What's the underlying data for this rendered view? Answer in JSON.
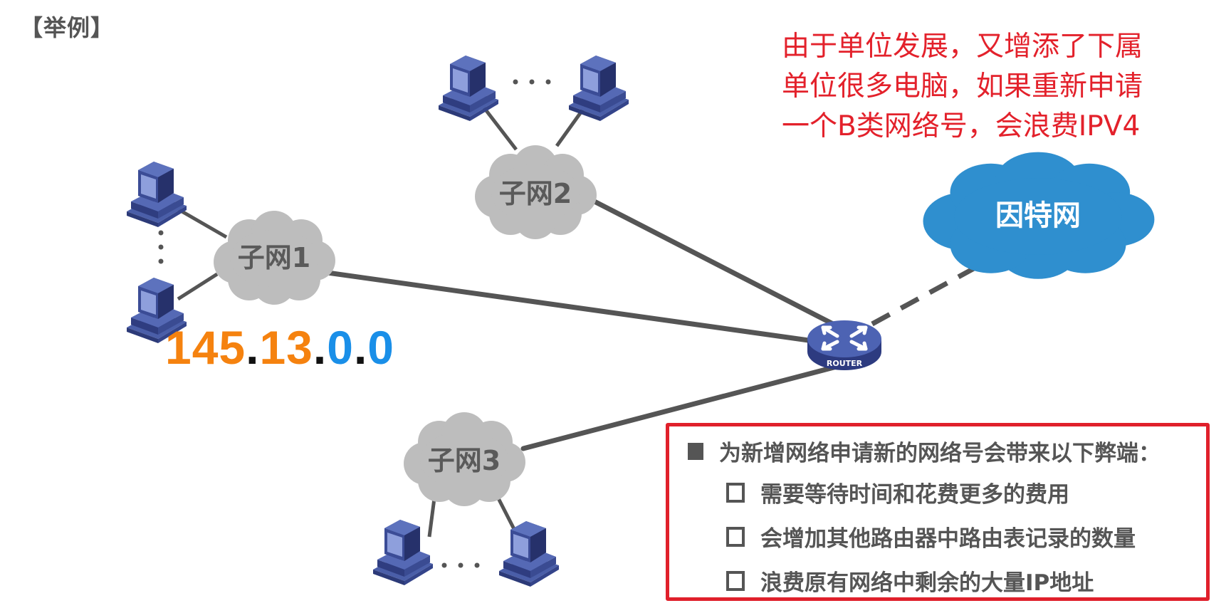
{
  "title": "【举例】",
  "note": {
    "lines": [
      "由于单位发展，又增添了下属",
      "单位很多电脑，如果重新申请",
      "一个B类网络号，会浪费IPV4"
    ],
    "color": "#e3212b"
  },
  "network": {
    "subnets": [
      {
        "label": "子网1",
        "hosts": 2,
        "ellipsis": "⋮"
      },
      {
        "label": "子网2",
        "hosts": 2,
        "ellipsis": "· · ·"
      },
      {
        "label": "子网3",
        "hosts": 2,
        "ellipsis": "· · ·"
      }
    ],
    "router_label": "ROUTER",
    "internet_label": "因特网",
    "internet_color": "#2f8fcf",
    "cloud_color": "#bdbdbd",
    "host_color": "#3c4f9c"
  },
  "ip_address": {
    "octets": [
      "145",
      "13",
      "0",
      "0"
    ],
    "separator": ".",
    "network_color": "#f5820f",
    "host_color": "#1a8fe8"
  },
  "drawbacks": {
    "heading": "为新增网络申请新的网络号会带来以下弊端：",
    "items": [
      "需要等待时间和花费更多的费用",
      "会增加其他路由器中路由表记录的数量",
      "浪费原有网络中剩余的大量IP地址"
    ],
    "border_color": "#e0202b"
  }
}
